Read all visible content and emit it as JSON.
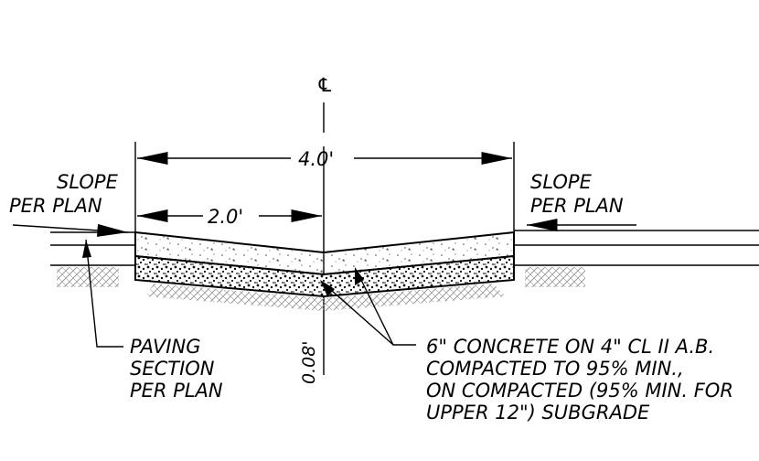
{
  "centerline_symbol": "℄",
  "dims": {
    "total_width": "4.0'",
    "half_width": "2.0'",
    "depth": "0.08'"
  },
  "slope_left": [
    "SLOPE",
    "PER PLAN"
  ],
  "slope_right": [
    "SLOPE",
    "PER PLAN"
  ],
  "paving_note": [
    "PAVING",
    "SECTION",
    "PER PLAN"
  ],
  "concrete_note": [
    "6\" CONCRETE ON 4\" CL II A.B.",
    "COMPACTED TO 95% MIN.,",
    "ON COMPACTED (95% MIN. FOR",
    "UPPER 12\") SUBGRADE"
  ]
}
